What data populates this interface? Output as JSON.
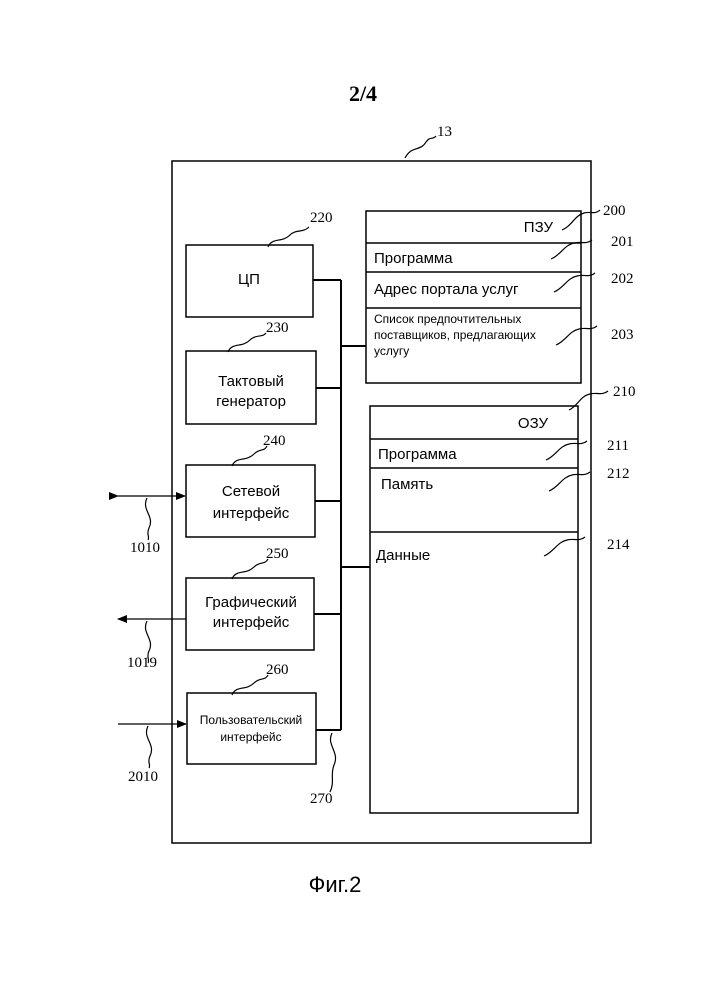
{
  "page_label": "2/4",
  "figure_caption": "Фиг.2",
  "device": {
    "ref": "13"
  },
  "blocks": {
    "cpu": {
      "label": "ЦП",
      "ref": "220"
    },
    "clock": {
      "label_line1": "Тактовый",
      "label_line2": "генератор",
      "ref": "230"
    },
    "network": {
      "label_line1": "Сетевой",
      "label_line2": "интерфейс",
      "ref": "240"
    },
    "graphics": {
      "label_line1": "Графический",
      "label_line2": "интерфейс",
      "ref": "250"
    },
    "user": {
      "label_line1": "Пользовательский",
      "label_line2": "интерфейс",
      "ref": "260"
    }
  },
  "bus": {
    "ref": "270"
  },
  "rom": {
    "title": "ПЗУ",
    "ref": "200",
    "rows": [
      {
        "label": "Программа",
        "ref": "201"
      },
      {
        "label": "Адрес портала услуг",
        "ref": "202"
      },
      {
        "label_line1": "Список предпочтительных",
        "label_line2": "поставщиков, предлагающих",
        "label_line3": "услугу",
        "ref": "203"
      }
    ]
  },
  "ram": {
    "title": "ОЗУ",
    "ref": "210",
    "rows": [
      {
        "label": "Программа",
        "ref": "211"
      },
      {
        "label": "Память",
        "ref": "212"
      },
      {
        "label": "Данные",
        "ref": "214"
      }
    ]
  },
  "signals": {
    "network_io": "1010",
    "graphics_out": "1019",
    "user_in": "2010"
  }
}
